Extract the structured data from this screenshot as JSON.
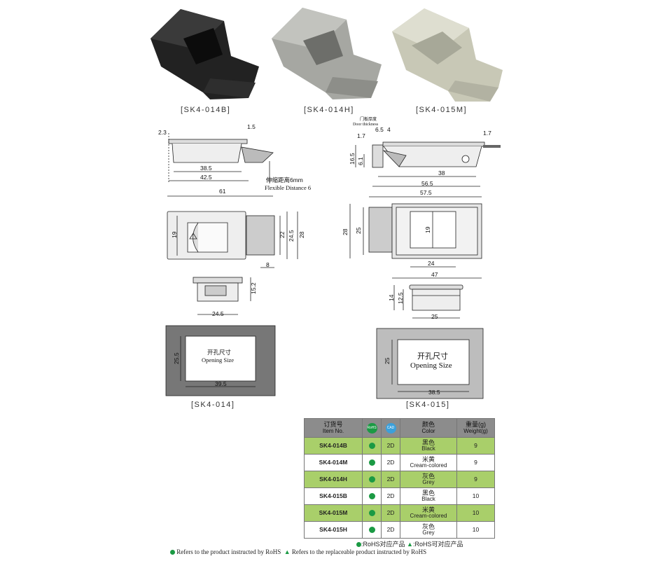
{
  "products": [
    {
      "caption": "[SK4-014B]",
      "color": "#1e1e1e"
    },
    {
      "caption": "[SK4-014H]",
      "color": "#a4a5a0"
    },
    {
      "caption": "[SK4-015M]",
      "color": "#c9c9b8"
    }
  ],
  "drawings": {
    "left": {
      "side_dims": {
        "d1": "2.3",
        "d2": "1.5",
        "d3": "38.5",
        "d4": "42.5",
        "flex_cn": "伸缩距离6mm",
        "flex_en": "Flexible Distance 6"
      },
      "front_dims": {
        "w": "61",
        "h19": "19",
        "h22": "22",
        "h245": "24.5",
        "h28": "28",
        "w8": "8"
      },
      "bottom_dims": {
        "h": "15.2",
        "w": "24.5"
      },
      "opening": {
        "label_cn": "开孔尺寸",
        "label_en": "Opening Size",
        "h": "25.5",
        "w": "39.5"
      },
      "caption": "[SK4-014]"
    },
    "right": {
      "side_dims": {
        "door_cn": "门板厚度",
        "door_en": "Door thickness",
        "d17a": "1.7",
        "d65": "6.5",
        "d4": "4",
        "d17b": "1.7",
        "d165": "16.5",
        "d61": "6.1",
        "d38": "38",
        "d565": "56.5"
      },
      "front_dims": {
        "w575": "57.5",
        "h28": "28",
        "h25": "25",
        "h19": "19",
        "w24": "24",
        "w47": "47"
      },
      "bottom_dims": {
        "h14": "14",
        "h125": "12.5",
        "w25": "25"
      },
      "opening": {
        "label_cn": "开孔尺寸",
        "label_en": "Opening Size",
        "h": "25",
        "w": "38.5"
      },
      "caption": "[SK4-015]"
    }
  },
  "table": {
    "headers": {
      "item_cn": "订货号",
      "item_en": "Item No.",
      "rohs_icon": "RoHS",
      "cad_icon": "CAD",
      "color_cn": "颜色",
      "color_en": "Color",
      "weight_cn": "重量(g)",
      "weight_en": "Weight(g)"
    },
    "rows": [
      {
        "item": "SK4-014B",
        "cad": "2D",
        "color_cn": "黑色",
        "color_en": "Black",
        "weight": "9"
      },
      {
        "item": "SK4-014M",
        "cad": "2D",
        "color_cn": "米黄",
        "color_en": "Cream-colored",
        "weight": "9"
      },
      {
        "item": "SK4-014H",
        "cad": "2D",
        "color_cn": "灰色",
        "color_en": "Grey",
        "weight": "9"
      },
      {
        "item": "SK4-015B",
        "cad": "2D",
        "color_cn": "黑色",
        "color_en": "Black",
        "weight": "10"
      },
      {
        "item": "SK4-015M",
        "cad": "2D",
        "color_cn": "米黄",
        "color_en": "Cream-colored",
        "weight": "10"
      },
      {
        "item": "SK4-015H",
        "cad": "2D",
        "color_cn": "灰色",
        "color_en": "Grey",
        "weight": "10"
      }
    ],
    "highlight": "#a9cf6a",
    "rohs_dot_color": "#1b9a44"
  },
  "legend": {
    "cn_rohs": ":RoHS对应产品",
    "cn_replace": ":RoHS可对应产品",
    "en_rohs": "Refers to the product instructed by RoHS",
    "en_replace": "Refers to the replaceable product instructed by RoHS"
  }
}
